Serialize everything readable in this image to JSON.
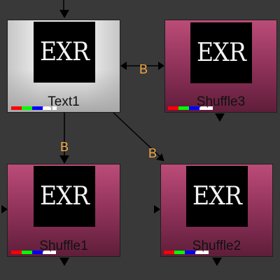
{
  "nodes": {
    "text1": {
      "label": "Text1",
      "thumb": "EXR"
    },
    "shuffle3": {
      "label": "Shuffle3",
      "thumb": "EXR"
    },
    "shuffle1": {
      "label": "Shuffle1",
      "thumb": "EXR"
    },
    "shuffle2": {
      "label": "Shuffle2",
      "thumb": "EXR"
    }
  },
  "edges": {
    "text1_shuffle3": "B",
    "text1_shuffle1": "B",
    "text1_shuffle2": "B"
  },
  "colors": {
    "canvas": "#393939",
    "pink_top": "#bb4c78",
    "pink_bottom": "#5f1e3a",
    "edge_label": "#f0a848",
    "channel_red": "#ff0000",
    "channel_green": "#00ff00",
    "channel_blue": "#0000ff",
    "channel_alpha": "#ffffff"
  }
}
